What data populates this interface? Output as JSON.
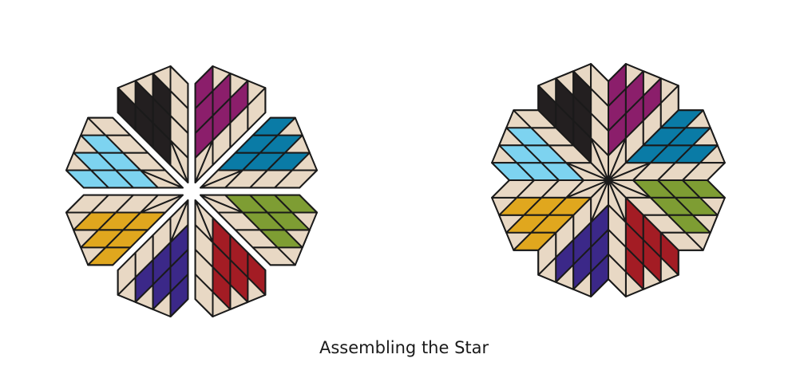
{
  "caption": "Assembling the Star",
  "palette": {
    "background": "#e8d8c4",
    "outline": "#1a1a1a",
    "black": "#231f20",
    "plum": "#8b1e6b",
    "teal": "#0a7ba6",
    "green": "#7e9d33",
    "red": "#a31c24",
    "indigo": "#3b2888",
    "gold": "#e0a71e",
    "sky": "#7dd3f0"
  },
  "segments": [
    {
      "name": "black-segment",
      "color": "black"
    },
    {
      "name": "plum-segment",
      "color": "plum"
    },
    {
      "name": "teal-segment",
      "color": "teal"
    },
    {
      "name": "green-segment",
      "color": "green"
    },
    {
      "name": "red-segment",
      "color": "red"
    },
    {
      "name": "indigo-segment",
      "color": "indigo"
    },
    {
      "name": "gold-segment",
      "color": "gold"
    },
    {
      "name": "sky-segment",
      "color": "sky"
    }
  ],
  "diagrams": [
    {
      "name": "exploded-star-diagram",
      "gap": true
    },
    {
      "name": "assembled-star-diagram",
      "gap": false
    }
  ]
}
